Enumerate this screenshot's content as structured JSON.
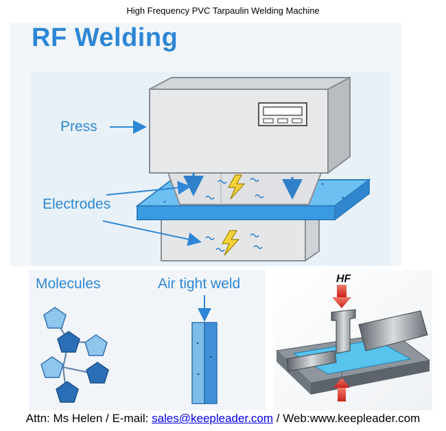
{
  "caption": "High Frequency PVC Tarpaulin Welding Machine",
  "diagram": {
    "title": "RF Welding",
    "labels": {
      "press": "Press",
      "electrodes": "Electrodes",
      "molecules": "Molecules",
      "air_tight_weld": "Air tight weld",
      "hf": "HF"
    }
  },
  "footer": {
    "prefix": "Attn: Ms Helen / E-mail: ",
    "email": "sales@keepleader.com",
    "suffix": " / Web:www.keepleader.com"
  },
  "colors": {
    "accent": "#2e86d6",
    "sheet_blue": "#59b3ee",
    "bolt_yellow": "#f4d23a",
    "hf_red": "#e0302a"
  }
}
